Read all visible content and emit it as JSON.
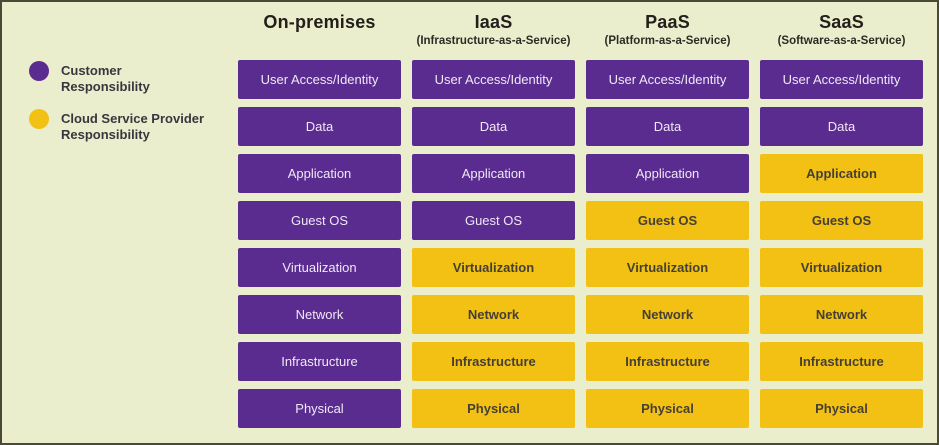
{
  "legend": {
    "items": [
      {
        "key": "customer",
        "label": "Customer Responsibility",
        "color": "#5b2c90"
      },
      {
        "key": "provider",
        "label": "Cloud Service Provider Responsibility",
        "color": "#f2c114"
      }
    ]
  },
  "rows": [
    "User Access/Identity",
    "Data",
    "Application",
    "Guest OS",
    "Virtualization",
    "Network",
    "Infrastructure",
    "Physical"
  ],
  "columns": [
    {
      "title": "On-premises",
      "subtitle": "",
      "ownership": [
        "customer",
        "customer",
        "customer",
        "customer",
        "customer",
        "customer",
        "customer",
        "customer"
      ]
    },
    {
      "title": "IaaS",
      "subtitle": "(Infrastructure-as-a-Service)",
      "ownership": [
        "customer",
        "customer",
        "customer",
        "customer",
        "provider",
        "provider",
        "provider",
        "provider"
      ]
    },
    {
      "title": "PaaS",
      "subtitle": "(Platform-as-a-Service)",
      "ownership": [
        "customer",
        "customer",
        "customer",
        "provider",
        "provider",
        "provider",
        "provider",
        "provider"
      ]
    },
    {
      "title": "SaaS",
      "subtitle": "(Software-as-a-Service)",
      "ownership": [
        "customer",
        "customer",
        "provider",
        "provider",
        "provider",
        "provider",
        "provider",
        "provider"
      ]
    }
  ],
  "colors": {
    "customer": "#5b2c90",
    "provider": "#f2c114",
    "customer_text": "#f0e8f6",
    "provider_text": "#463f33",
    "background": "#ebeecd",
    "border": "#4a4936"
  }
}
